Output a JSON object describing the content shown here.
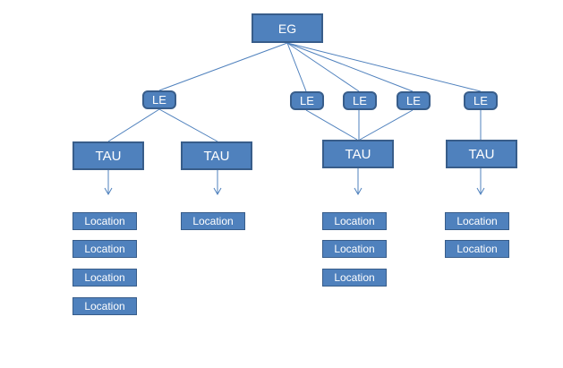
{
  "diagram": {
    "type": "hierarchy-tree",
    "background": "#ffffff",
    "colors": {
      "node_fill": "#4f81bd",
      "node_border": "#385d8a",
      "connector": "#4f81bd",
      "node_text": "#ffffff"
    },
    "nodes": {
      "eg": {
        "id": "eg",
        "label": "EG"
      },
      "le": [
        {
          "id": "le-1",
          "label": "LE"
        },
        {
          "id": "le-2",
          "label": "LE"
        },
        {
          "id": "le-3",
          "label": "LE"
        },
        {
          "id": "le-4",
          "label": "LE"
        },
        {
          "id": "le-5",
          "label": "LE"
        }
      ],
      "tau": [
        {
          "id": "tau-1",
          "label": "TAU"
        },
        {
          "id": "tau-2",
          "label": "TAU"
        },
        {
          "id": "tau-3",
          "label": "TAU"
        },
        {
          "id": "tau-4",
          "label": "TAU"
        }
      ],
      "location": [
        {
          "id": "loc-1",
          "label": "Location"
        },
        {
          "id": "loc-2",
          "label": "Location"
        },
        {
          "id": "loc-3",
          "label": "Location"
        },
        {
          "id": "loc-4",
          "label": "Location"
        },
        {
          "id": "loc-5",
          "label": "Location"
        },
        {
          "id": "loc-6",
          "label": "Location"
        },
        {
          "id": "loc-7",
          "label": "Location"
        },
        {
          "id": "loc-8",
          "label": "Location"
        },
        {
          "id": "loc-9",
          "label": "Location"
        },
        {
          "id": "loc-10",
          "label": "Location"
        }
      ]
    },
    "edges": [
      {
        "from": "eg",
        "to": "le-1",
        "arrow": false
      },
      {
        "from": "eg",
        "to": "le-2",
        "arrow": false
      },
      {
        "from": "eg",
        "to": "le-3",
        "arrow": false
      },
      {
        "from": "eg",
        "to": "le-4",
        "arrow": false
      },
      {
        "from": "eg",
        "to": "le-5",
        "arrow": false
      },
      {
        "from": "le-1",
        "to": "tau-1",
        "arrow": false
      },
      {
        "from": "le-1",
        "to": "tau-2",
        "arrow": false
      },
      {
        "from": "le-2",
        "to": "tau-3",
        "arrow": false
      },
      {
        "from": "le-3",
        "to": "tau-3",
        "arrow": false
      },
      {
        "from": "le-4",
        "to": "tau-3",
        "arrow": false
      },
      {
        "from": "le-5",
        "to": "tau-4",
        "arrow": false
      },
      {
        "from": "tau-1",
        "to": "location-stack-1",
        "arrow": true
      },
      {
        "from": "tau-2",
        "to": "location-stack-2",
        "arrow": true
      },
      {
        "from": "tau-3",
        "to": "location-stack-3",
        "arrow": true
      },
      {
        "from": "tau-4",
        "to": "location-stack-4",
        "arrow": true
      }
    ],
    "locations_per_tau": [
      4,
      1,
      3,
      2
    ]
  }
}
